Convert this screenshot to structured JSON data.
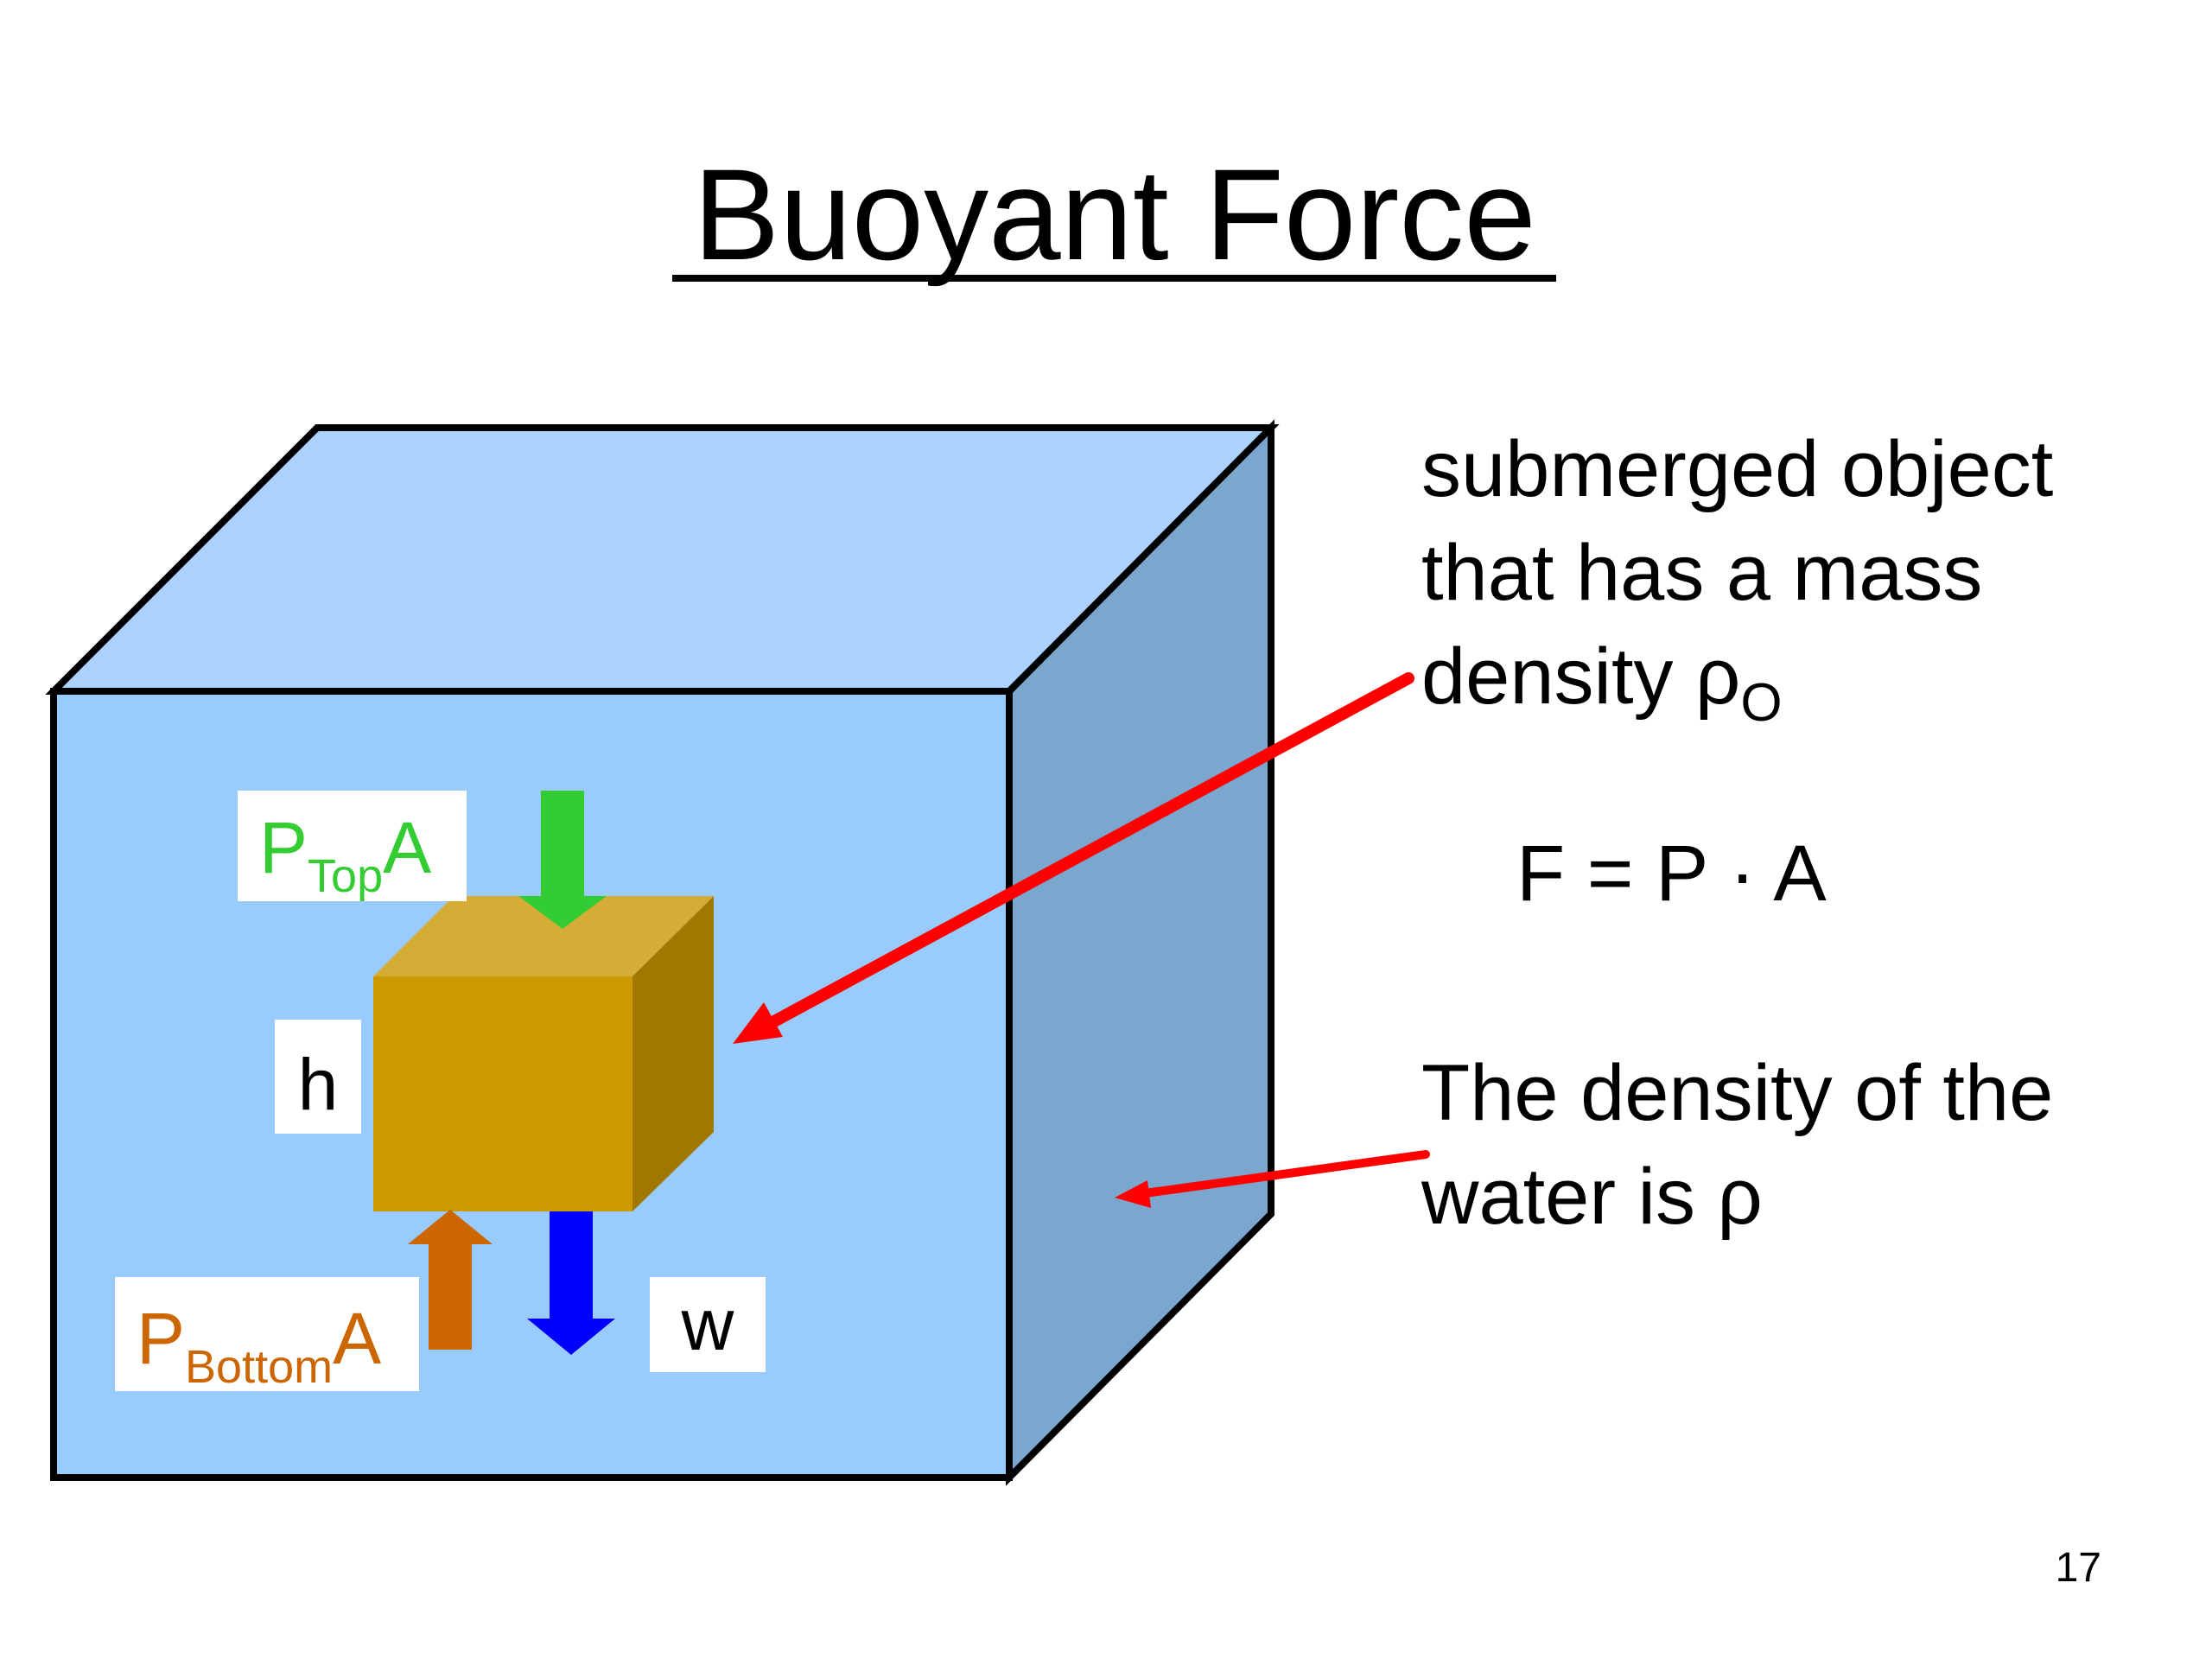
{
  "slide": {
    "title": "Buoyant Force",
    "page_number": "17"
  },
  "labels": {
    "top_force": {
      "main": "P",
      "sub": "Top",
      "suffix": "A"
    },
    "bottom_force": {
      "main": "P",
      "sub": "Bottom",
      "suffix": "A"
    },
    "height": "h",
    "weight": "w"
  },
  "annotations": {
    "object": {
      "line1": "submerged object",
      "line2": "that has a mass",
      "line3": "density ρ",
      "line3_sub": "O"
    },
    "formula": "F = P · A",
    "water": {
      "line1": "The density of the",
      "line2": "water is ρ"
    }
  },
  "colors": {
    "tank_top": "#AAD2FC",
    "tank_front": "#99CBFC",
    "tank_side": "#7BA6CE",
    "block_front": "#CC9900",
    "block_top": "#D4AC36",
    "block_side": "#A07800",
    "top_force": "#33CC33",
    "bottom_force": "#CC6600",
    "weight": "#0000FF",
    "pointer": "#FF0000"
  }
}
